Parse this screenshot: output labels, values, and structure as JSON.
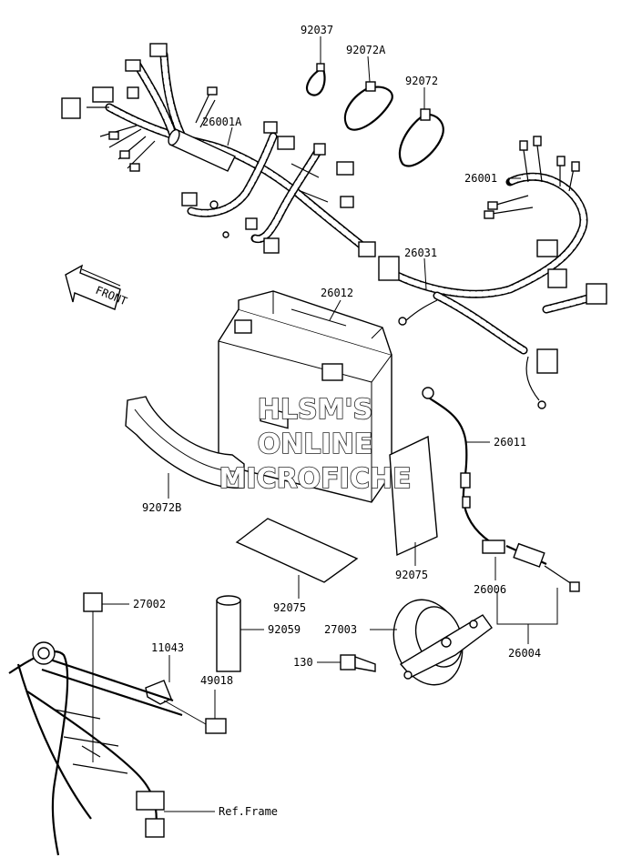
{
  "watermark": {
    "line1": "HLSM'S",
    "line2": "ONLINE",
    "line3": "MICROFICHE"
  },
  "front_arrow_label": "FRONT",
  "parts": [
    {
      "id": "92037",
      "label": "92037"
    },
    {
      "id": "92072A",
      "label": "92072A"
    },
    {
      "id": "92072",
      "label": "92072"
    },
    {
      "id": "26001A",
      "label": "26001A"
    },
    {
      "id": "26001",
      "label": "26001"
    },
    {
      "id": "26031",
      "label": "26031"
    },
    {
      "id": "26012",
      "label": "26012"
    },
    {
      "id": "26011",
      "label": "26011"
    },
    {
      "id": "92072B",
      "label": "92072B"
    },
    {
      "id": "92075a",
      "label": "92075"
    },
    {
      "id": "92075b",
      "label": "92075"
    },
    {
      "id": "26006",
      "label": "26006"
    },
    {
      "id": "26004",
      "label": "26004"
    },
    {
      "id": "27002",
      "label": "27002"
    },
    {
      "id": "92059",
      "label": "92059"
    },
    {
      "id": "27003",
      "label": "27003"
    },
    {
      "id": "11043",
      "label": "11043"
    },
    {
      "id": "130",
      "label": "130"
    },
    {
      "id": "49018",
      "label": "49018"
    },
    {
      "id": "ref_frame",
      "label": "Ref.Frame"
    }
  ]
}
